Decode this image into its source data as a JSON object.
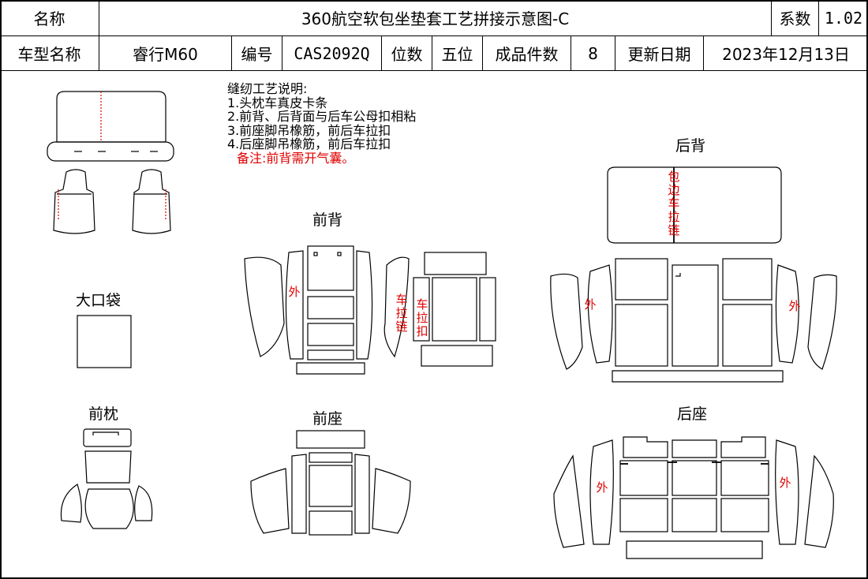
{
  "header": {
    "name_label": "名称",
    "title": "360航空软包坐垫套工艺拼接示意图-C",
    "coef_label": "系数",
    "coef_value": "1.02",
    "model_label": "车型名称",
    "model_value": "睿行M60",
    "code_label": "编号",
    "code_value": "CAS2092Q",
    "seat_label": "位数",
    "seat_value": "五位",
    "count_label": "成品件数",
    "count_value": "8",
    "date_label": "更新日期",
    "date_value": "2023年12月13日"
  },
  "notes": {
    "title": "缝纫工艺说明:",
    "items": [
      "1.头枕车真皮卡条",
      "2.前背、后背面与后车公母扣相粘",
      "3.前座脚吊橡筋，前后车拉扣",
      "4.后座脚吊橡筋，前后车拉扣"
    ],
    "remark": "备注:前背需开气囊。"
  },
  "sections": {
    "rear_back": "后背",
    "front_back": "前背",
    "big_pocket": "大口袋",
    "front_pillow": "前枕",
    "front_seat": "前座",
    "rear_seat": "后座"
  },
  "labels": {
    "outer": "外",
    "zipper_edge": "包边车拉链",
    "sew_zipper": "车拉链",
    "sew_buckle": "车拉扣"
  },
  "colors": {
    "annotation": "#e00000",
    "watermark": "#8899cc"
  }
}
